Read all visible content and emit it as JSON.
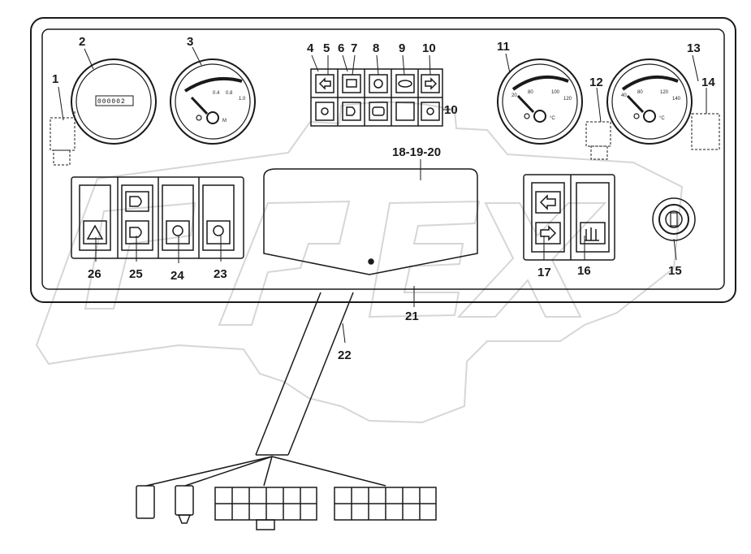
{
  "diagram": {
    "callouts": {
      "c1": "1",
      "c2": "2",
      "c3": "3",
      "c4": "4",
      "c5": "5",
      "c6": "6",
      "c7": "7",
      "c8": "8",
      "c9": "9",
      "c10a": "10",
      "c10b": "10",
      "c11": "11",
      "c12": "12",
      "c13": "13",
      "c14": "14",
      "c15": "15",
      "c16": "16",
      "c17": "17",
      "c18": "18-19-20",
      "c21": "21",
      "c22": "22",
      "c23": "23",
      "c24": "24",
      "c25": "25",
      "c26": "26"
    },
    "odometer": "000002",
    "gauge3_scale": {
      "a": "0.4",
      "b": "0.8",
      "c": "1.0"
    },
    "gauge11_scale": {
      "a": "20",
      "b": "80",
      "c": "100",
      "d": "120"
    },
    "gauge13_scale": {
      "a": "40",
      "b": "80",
      "c": "120",
      "d": "140"
    },
    "temp_unit": "°C",
    "pressure_unit": "M",
    "watermark_brand": "OPEX",
    "colors": {
      "line": "#1a1a1a",
      "watermark": "#d9d9d9"
    }
  }
}
